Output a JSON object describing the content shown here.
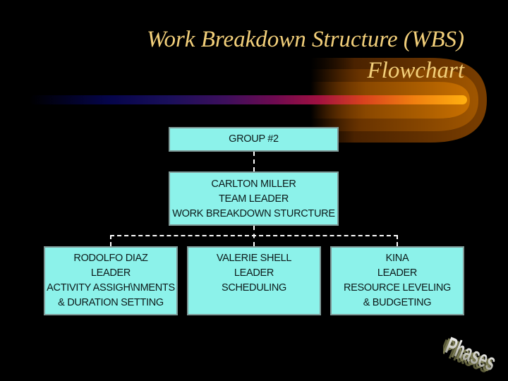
{
  "slide": {
    "title_line1": "Work Breakdown Structure (WBS)",
    "title_line2": "Flowchart",
    "colors": {
      "background": "#000000",
      "title": "#f2cf7a",
      "box_fill": "#8cf2ea",
      "box_border": "#7f9a98",
      "connector": "#ffffff"
    }
  },
  "chart": {
    "root": {
      "lines": [
        "GROUP #2"
      ]
    },
    "leader": {
      "lines": [
        "CARLTON MILLER",
        "TEAM LEADER",
        "WORK BREAKDOWN STURCTURE"
      ]
    },
    "children": [
      {
        "lines": [
          "RODOLFO DIAZ",
          "LEADER",
          "ACTIVITY ASSIGH\\NMENTS",
          "& DURATION SETTING"
        ]
      },
      {
        "lines": [
          "VALERIE SHELL",
          "LEADER",
          "SCHEDULING"
        ]
      },
      {
        "lines": [
          "KINA",
          "LEADER",
          "RESOURCE LEVELING",
          "& BUDGETING"
        ]
      }
    ]
  },
  "decoration": {
    "wordart_text": "Phases",
    "wordart_icon": "3d-wordart"
  }
}
